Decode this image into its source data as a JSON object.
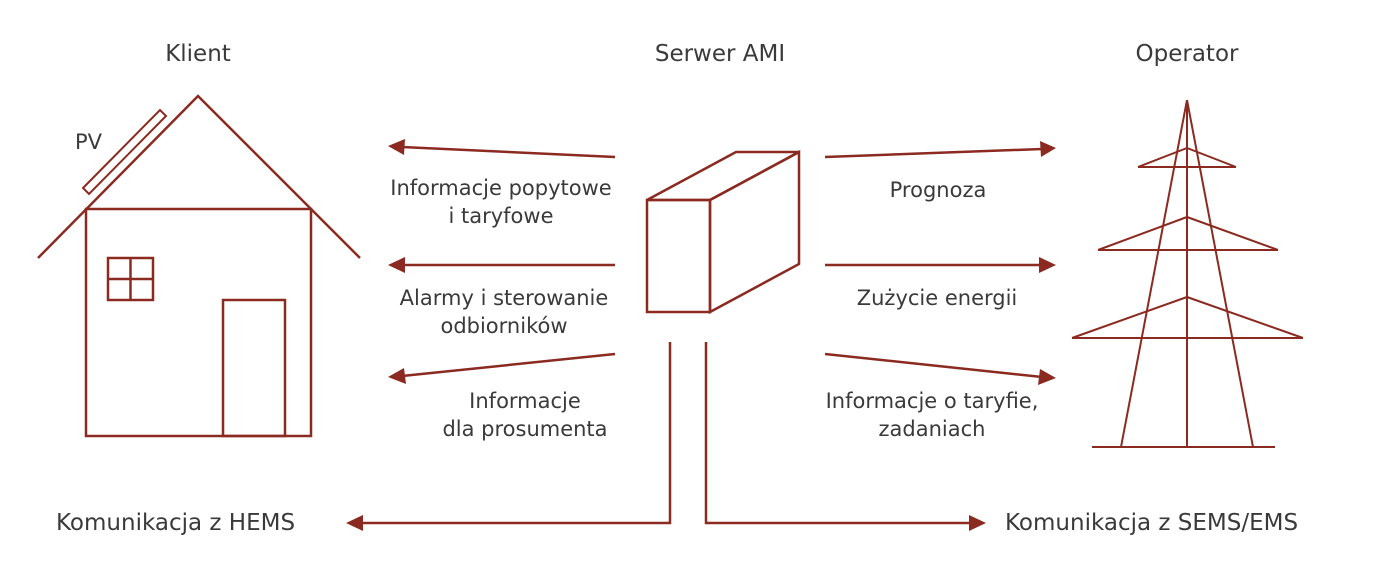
{
  "headings": {
    "client": "Klient",
    "server": "Serwer AMI",
    "operator": "Operator"
  },
  "pv_label": "PV",
  "left_labels": {
    "demand": [
      "Informacje popytowe",
      "i taryfowe"
    ],
    "alarms": [
      "Alarmy i sterowanie",
      "odbiorników"
    ],
    "prosumer": [
      "Informacje",
      "dla prosumenta"
    ]
  },
  "right_labels": {
    "forecast": "Prognoza",
    "consumption": "Zużycie energii",
    "tariff": [
      "Informacje o taryfie,",
      "zadaniach"
    ]
  },
  "bottom_labels": {
    "hems": "Komunikacja z HEMS",
    "sems": "Komunikacja z SEMS/EMS"
  },
  "colors": {
    "line": "#8b2a20",
    "text": "#3a3a3a"
  }
}
